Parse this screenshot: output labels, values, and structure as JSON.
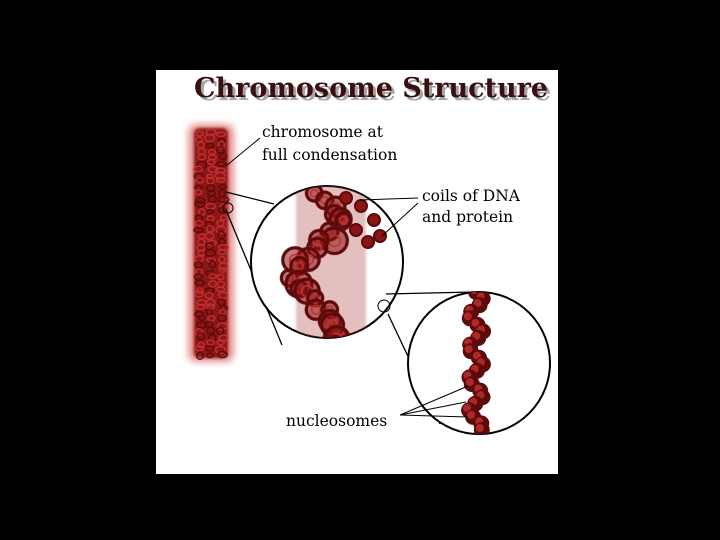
{
  "figure": {
    "title": "Chromosome Structure",
    "labels": {
      "chromosome_line1": "chromosome at",
      "chromosome_line2": "full condensation",
      "coils_line1": "coils of DNA",
      "coils_line2": "and protein",
      "nucleosomes": "nucleosomes"
    }
  },
  "colors": {
    "background": "#000000",
    "panel": "#ffffff",
    "title": "#3a0f0f",
    "chromatin_dark": "#5c0a0a",
    "chromatin_mid": "#8b1414",
    "chromatin_light": "#c43030",
    "glow": "#d24a4a",
    "line": "#000000"
  }
}
